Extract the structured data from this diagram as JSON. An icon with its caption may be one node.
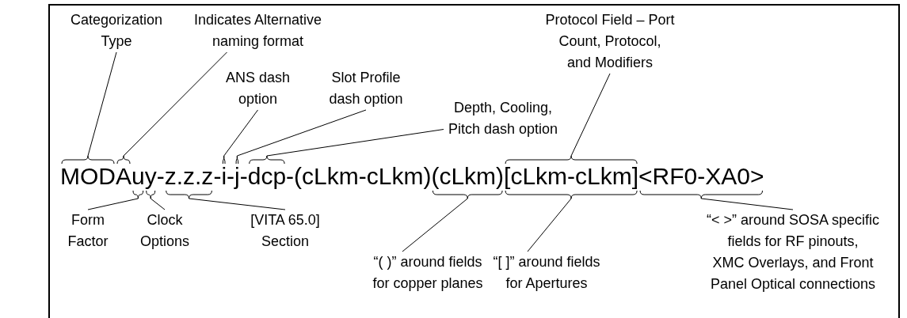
{
  "diagram": {
    "nodes": [
      {
        "text": [
          "Categorization Type"
        ]
      },
      {
        "text": [
          "Indicates Alternative naming format"
        ]
      },
      {
        "text": [
          "Protocol Field – Port Count, Protocol, and Modifiers"
        ]
      },
      {
        "text": [
          "ANS dash option"
        ]
      },
      {
        "text": [
          "Slot Profile dash option"
        ]
      },
      {
        "text": [
          "Depth, Cooling, Pitch dash option"
        ]
      },
      {
        "text": [
          "MOD"
        ]
      },
      {
        "text": [
          "A"
        ]
      },
      {
        "text": [
          "u"
        ]
      },
      {
        "text": [
          "y"
        ]
      },
      {
        "text": [
          "z.z.z"
        ]
      },
      {
        "text": [
          "i"
        ]
      },
      {
        "text": [
          "j"
        ]
      },
      {
        "text": [
          "dcp"
        ]
      },
      {
        "text": [
          "(cLkm)"
        ]
      },
      {
        "text": [
          "[cLkm-cLkm]"
        ]
      },
      {
        "text": [
          "<RF0-XA0>"
        ]
      },
      {
        "text": [
          "Form Factor"
        ]
      },
      {
        "text": [
          "Clock Options"
        ]
      },
      {
        "text": [
          "[VITA 65.0] Section"
        ]
      },
      {
        "text": [
          "“< >” around SOSA specific fields for RF pinouts, XMC Overlays, and Front Panel Optical connections"
        ]
      },
      {
        "text": [
          "“( )” around fields for copper planes"
        ]
      },
      {
        "text": [
          "“[ ]” around fields for Apertures"
        ]
      }
    ],
    "edges": [
      {
        "from": 0,
        "to": 6,
        "arrow": "none"
      },
      {
        "from": 1,
        "to": 7,
        "arrow": "none"
      },
      {
        "from": 2,
        "to": 15,
        "arrow": "none"
      },
      {
        "from": 3,
        "to": 11,
        "arrow": "none"
      },
      {
        "from": 4,
        "to": 12,
        "arrow": "none"
      },
      {
        "from": 5,
        "to": 13,
        "arrow": "none"
      },
      {
        "from": 17,
        "to": 8,
        "arrow": "none"
      },
      {
        "from": 18,
        "to": 9,
        "arrow": "none"
      },
      {
        "from": 19,
        "to": 10,
        "arrow": "none"
      },
      {
        "from": 20,
        "to": 16,
        "arrow": "none"
      },
      {
        "from": 21,
        "to": 14,
        "arrow": "none"
      },
      {
        "from": 22,
        "to": 15,
        "arrow": "none"
      }
    ],
    "labels": [
      "-",
      "-",
      "-",
      "-",
      "-(cLkm-cLkm)"
    ]
  }
}
